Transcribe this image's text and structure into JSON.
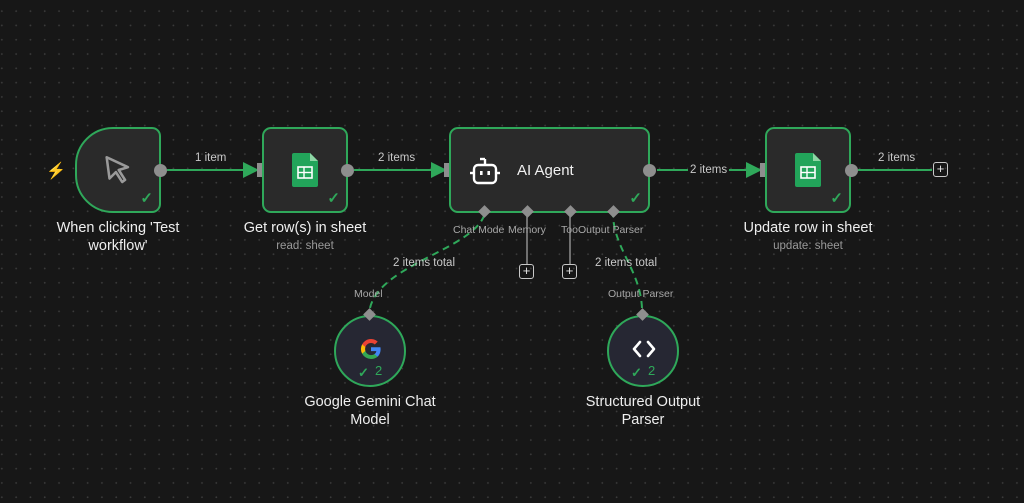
{
  "canvas": {
    "accent": "#2fa85a",
    "node_bg": "#2a2a2a",
    "canvas_bg": "#171717"
  },
  "nodes": {
    "trigger": {
      "title": "When clicking 'Test workflow'",
      "icon": "cursor-icon",
      "status": "success",
      "badge_icon": "lightning-icon"
    },
    "get_rows": {
      "title": "Get row(s) in sheet",
      "subtitle": "read: sheet",
      "icon": "google-sheets-icon",
      "status": "success"
    },
    "ai_agent": {
      "title": "AI Agent",
      "icon": "robot-icon",
      "status": "success",
      "ports": [
        "Chat Model",
        "Memory",
        "Tool",
        "Output Parser"
      ],
      "port_labels_visible": [
        "Chat Mode",
        "Memory",
        "Too",
        "Output Parser"
      ]
    },
    "update_row": {
      "title": "Update row in sheet",
      "subtitle": "update: sheet",
      "icon": "google-sheets-icon",
      "status": "success"
    },
    "gemini": {
      "title": "Google Gemini Chat Model",
      "port_label": "Model",
      "icon": "google-g-icon",
      "run_count": "2"
    },
    "parser": {
      "title": "Structured Output Parser",
      "port_label": "Output Parser",
      "icon": "code-brackets-icon",
      "run_count": "2"
    }
  },
  "edges": {
    "trigger_to_get": "1 item",
    "get_to_agent": "2 items",
    "agent_to_update": "2 items",
    "update_out": "2 items",
    "gemini_to_agent": "2 items total",
    "parser_to_agent": "2 items total"
  },
  "add_buttons": {
    "symbol": "+"
  }
}
